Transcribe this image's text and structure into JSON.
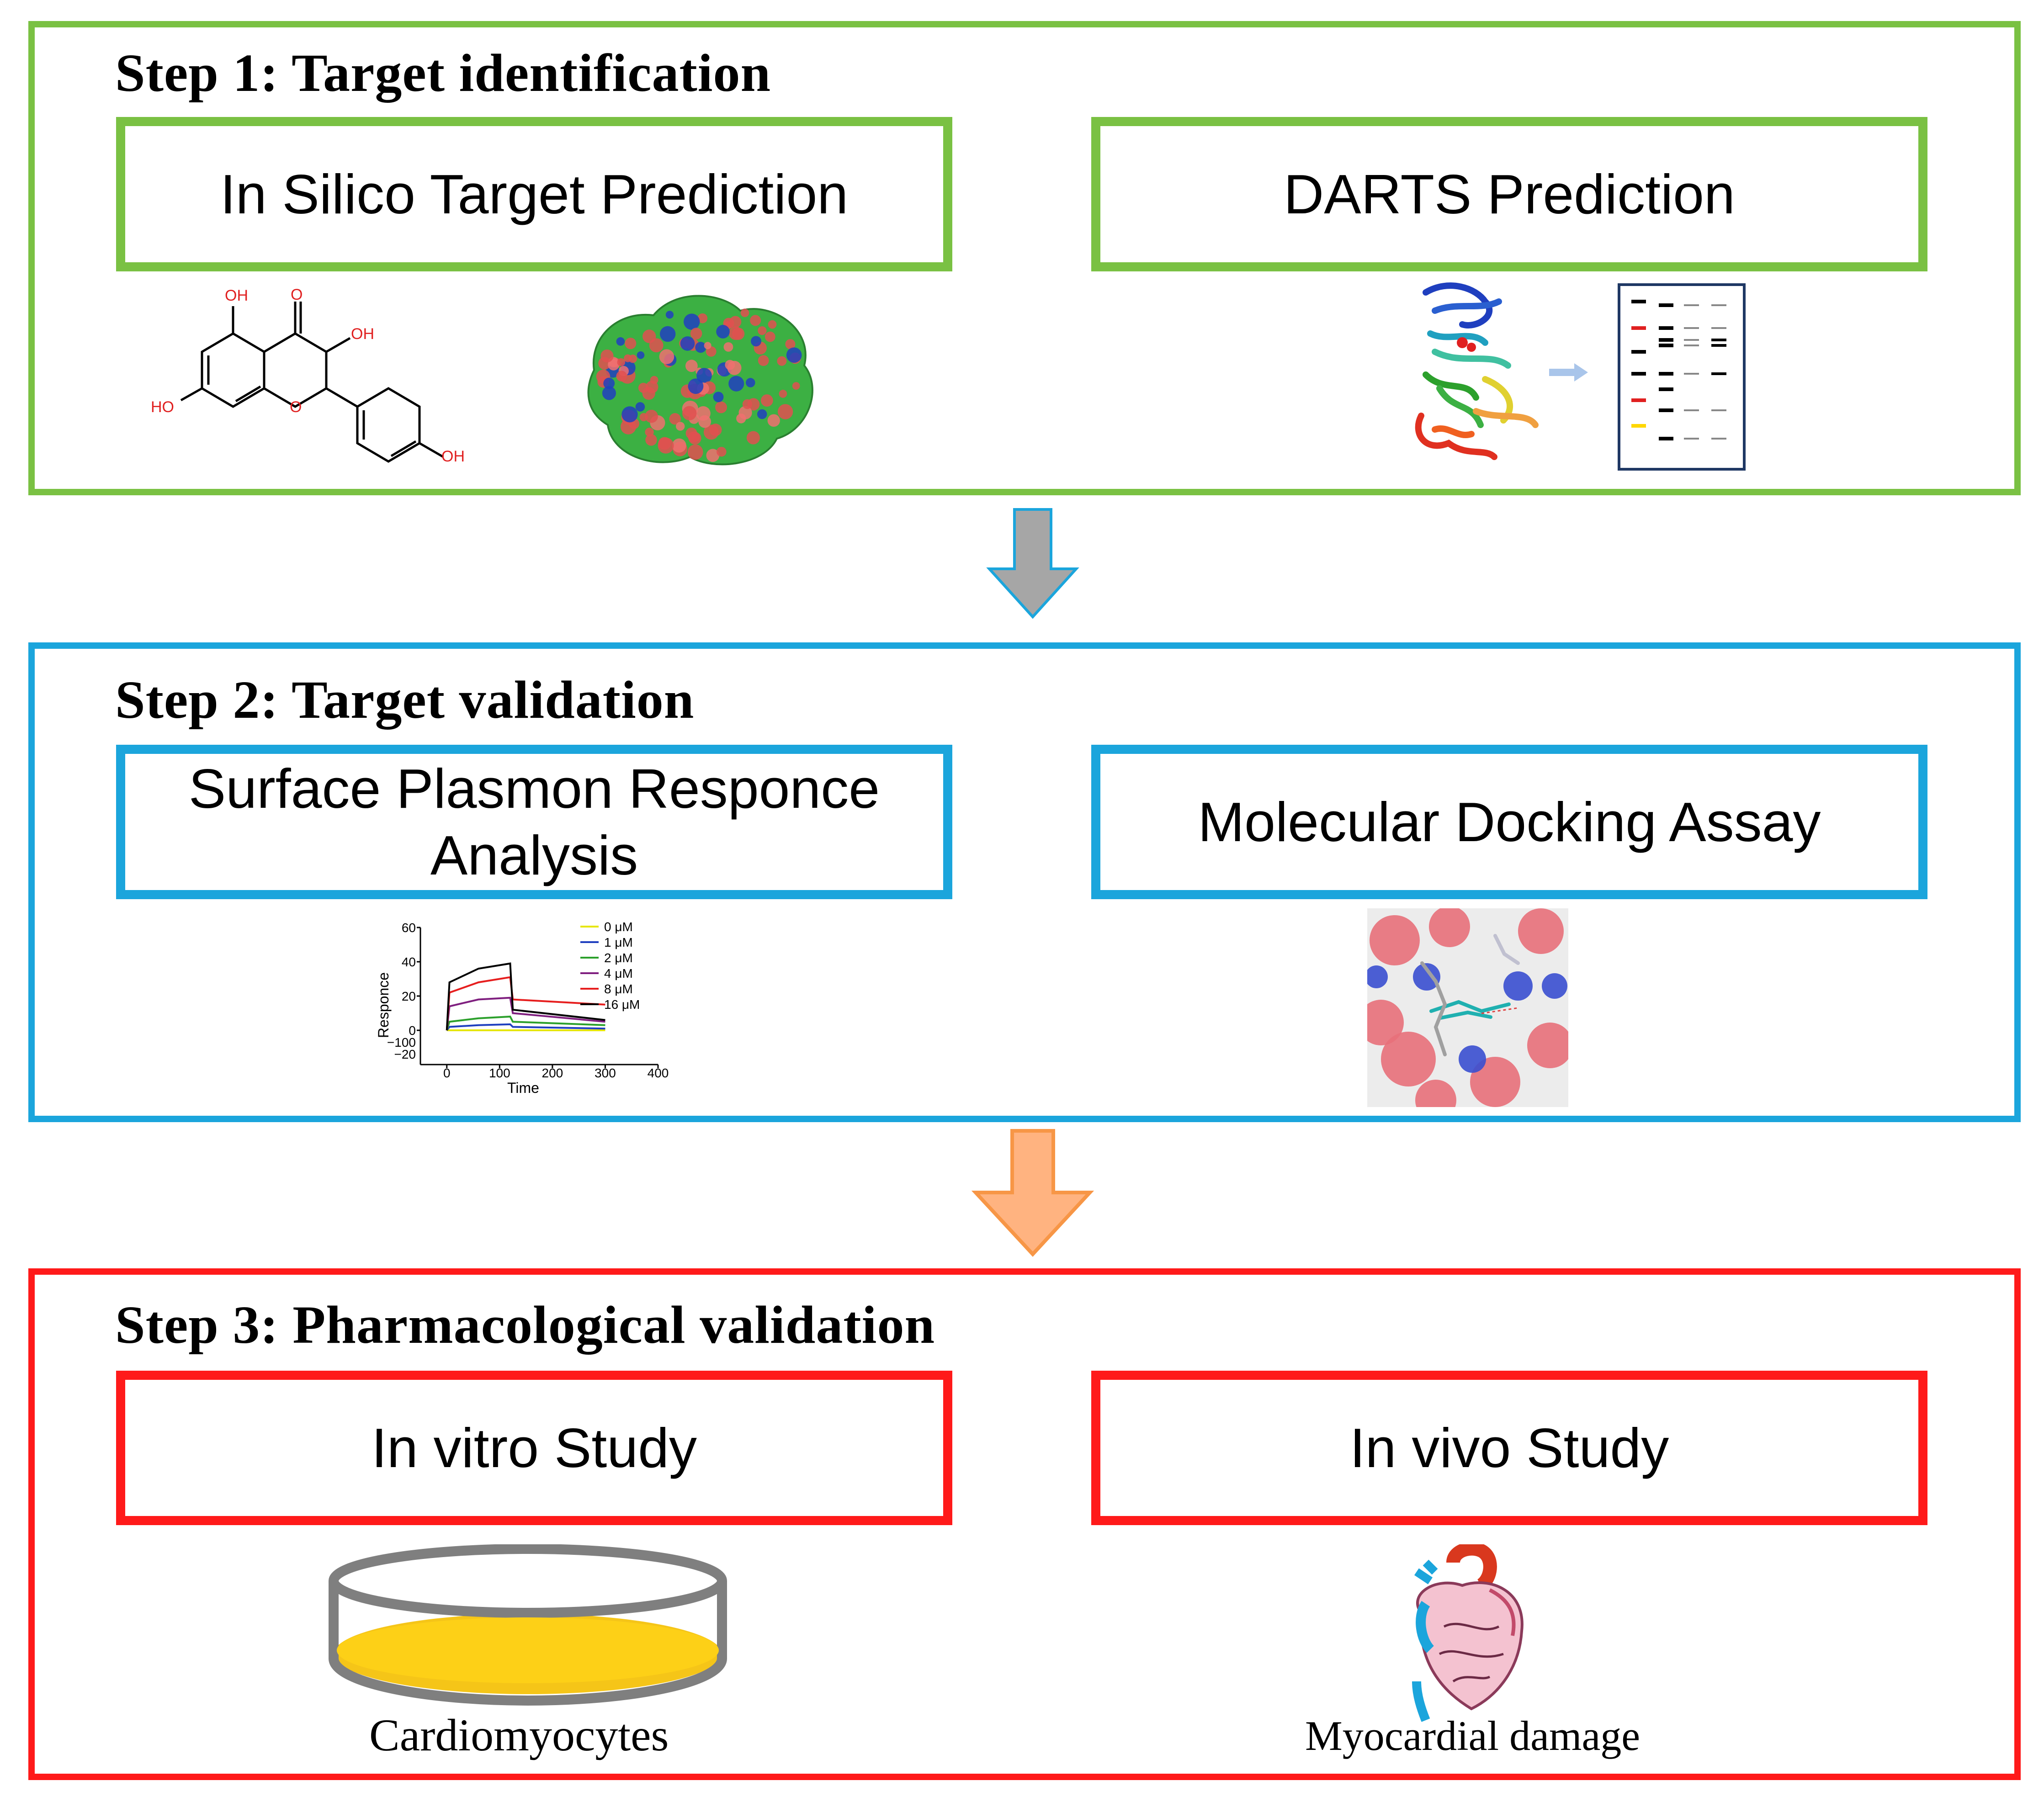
{
  "colors": {
    "step1": "#7ac143",
    "step2": "#1ba5dc",
    "step3": "#ff1a1a",
    "arrow1_fill": "#a6a6a6",
    "arrow2_fill": "#ffb380",
    "arrow2_stroke": "#f79646"
  },
  "steps": [
    {
      "title": "Step 1: Target identification",
      "methods": [
        "In Silico Target Prediction",
        "DARTS Prediction"
      ],
      "molecule_labels": [
        "OH",
        "O",
        "OH",
        "HO",
        "O",
        "OH"
      ]
    },
    {
      "title": "Step 2: Target validation",
      "methods": [
        "Surface Plasmon Responce Analysis",
        "Molecular Docking Assay"
      ]
    },
    {
      "title": "Step 3: Pharmacological validation",
      "methods": [
        "In vitro Study",
        "In vivo Study"
      ],
      "captions": [
        "Cardiomyocytes",
        "Myocardial damage"
      ]
    }
  ],
  "chart_data": {
    "type": "line",
    "title": "",
    "xlabel": "Time",
    "ylabel": "Responce",
    "x_ticks": [
      "0",
      "100",
      "200",
      "300",
      "400"
    ],
    "y_ticks": [
      "60",
      "40",
      "20",
      "0",
      "−100",
      "−20"
    ],
    "xlim": [
      -50,
      400
    ],
    "ylim": [
      -20,
      60
    ],
    "legend_position": "top-right",
    "series": [
      {
        "name": "0 μM",
        "color": "#e6e600",
        "x": [
          0,
          120,
          125,
          300
        ],
        "y": [
          0,
          0,
          0,
          0
        ]
      },
      {
        "name": "1 μM",
        "color": "#1f3fbf",
        "x": [
          0,
          5,
          60,
          120,
          125,
          300
        ],
        "y": [
          0,
          2,
          3,
          3.5,
          2,
          1
        ]
      },
      {
        "name": "2 μM",
        "color": "#2ca02c",
        "x": [
          0,
          5,
          60,
          120,
          125,
          300
        ],
        "y": [
          0,
          5,
          7,
          8,
          5,
          3
        ]
      },
      {
        "name": "4 μM",
        "color": "#7f1f7f",
        "x": [
          0,
          5,
          60,
          120,
          125,
          300
        ],
        "y": [
          0,
          14,
          18,
          19,
          10,
          5
        ]
      },
      {
        "name": "8 μM",
        "color": "#e61e1e",
        "x": [
          0,
          5,
          60,
          120,
          125,
          300
        ],
        "y": [
          0,
          22,
          28,
          31,
          18,
          15
        ]
      },
      {
        "name": "16 μM",
        "color": "#000000",
        "x": [
          0,
          5,
          60,
          120,
          125,
          300
        ],
        "y": [
          0,
          28,
          36,
          39,
          12,
          6
        ]
      }
    ]
  }
}
